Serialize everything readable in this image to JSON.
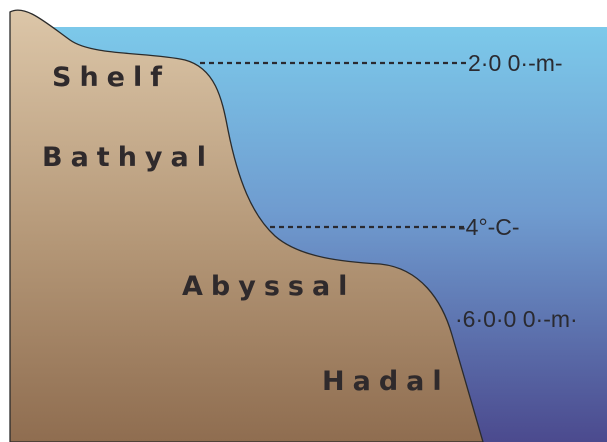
{
  "zones": {
    "shelf": "Shelf",
    "bathyal": "Bathyal",
    "abyssal": "Abyssal",
    "hadal": "Hadal"
  },
  "depth_markers": {
    "top": "2·0 0·-m-",
    "middle": "-4°-C-",
    "bottom": "·6·0·0 0·-m·"
  },
  "colors": {
    "water_top": "#7cc9ea",
    "water_bottom": "#4b4a8e",
    "seafloor_top": "#dcc6a8",
    "seafloor_bottom": "#8f6d50",
    "text": "#2f2a2c"
  }
}
